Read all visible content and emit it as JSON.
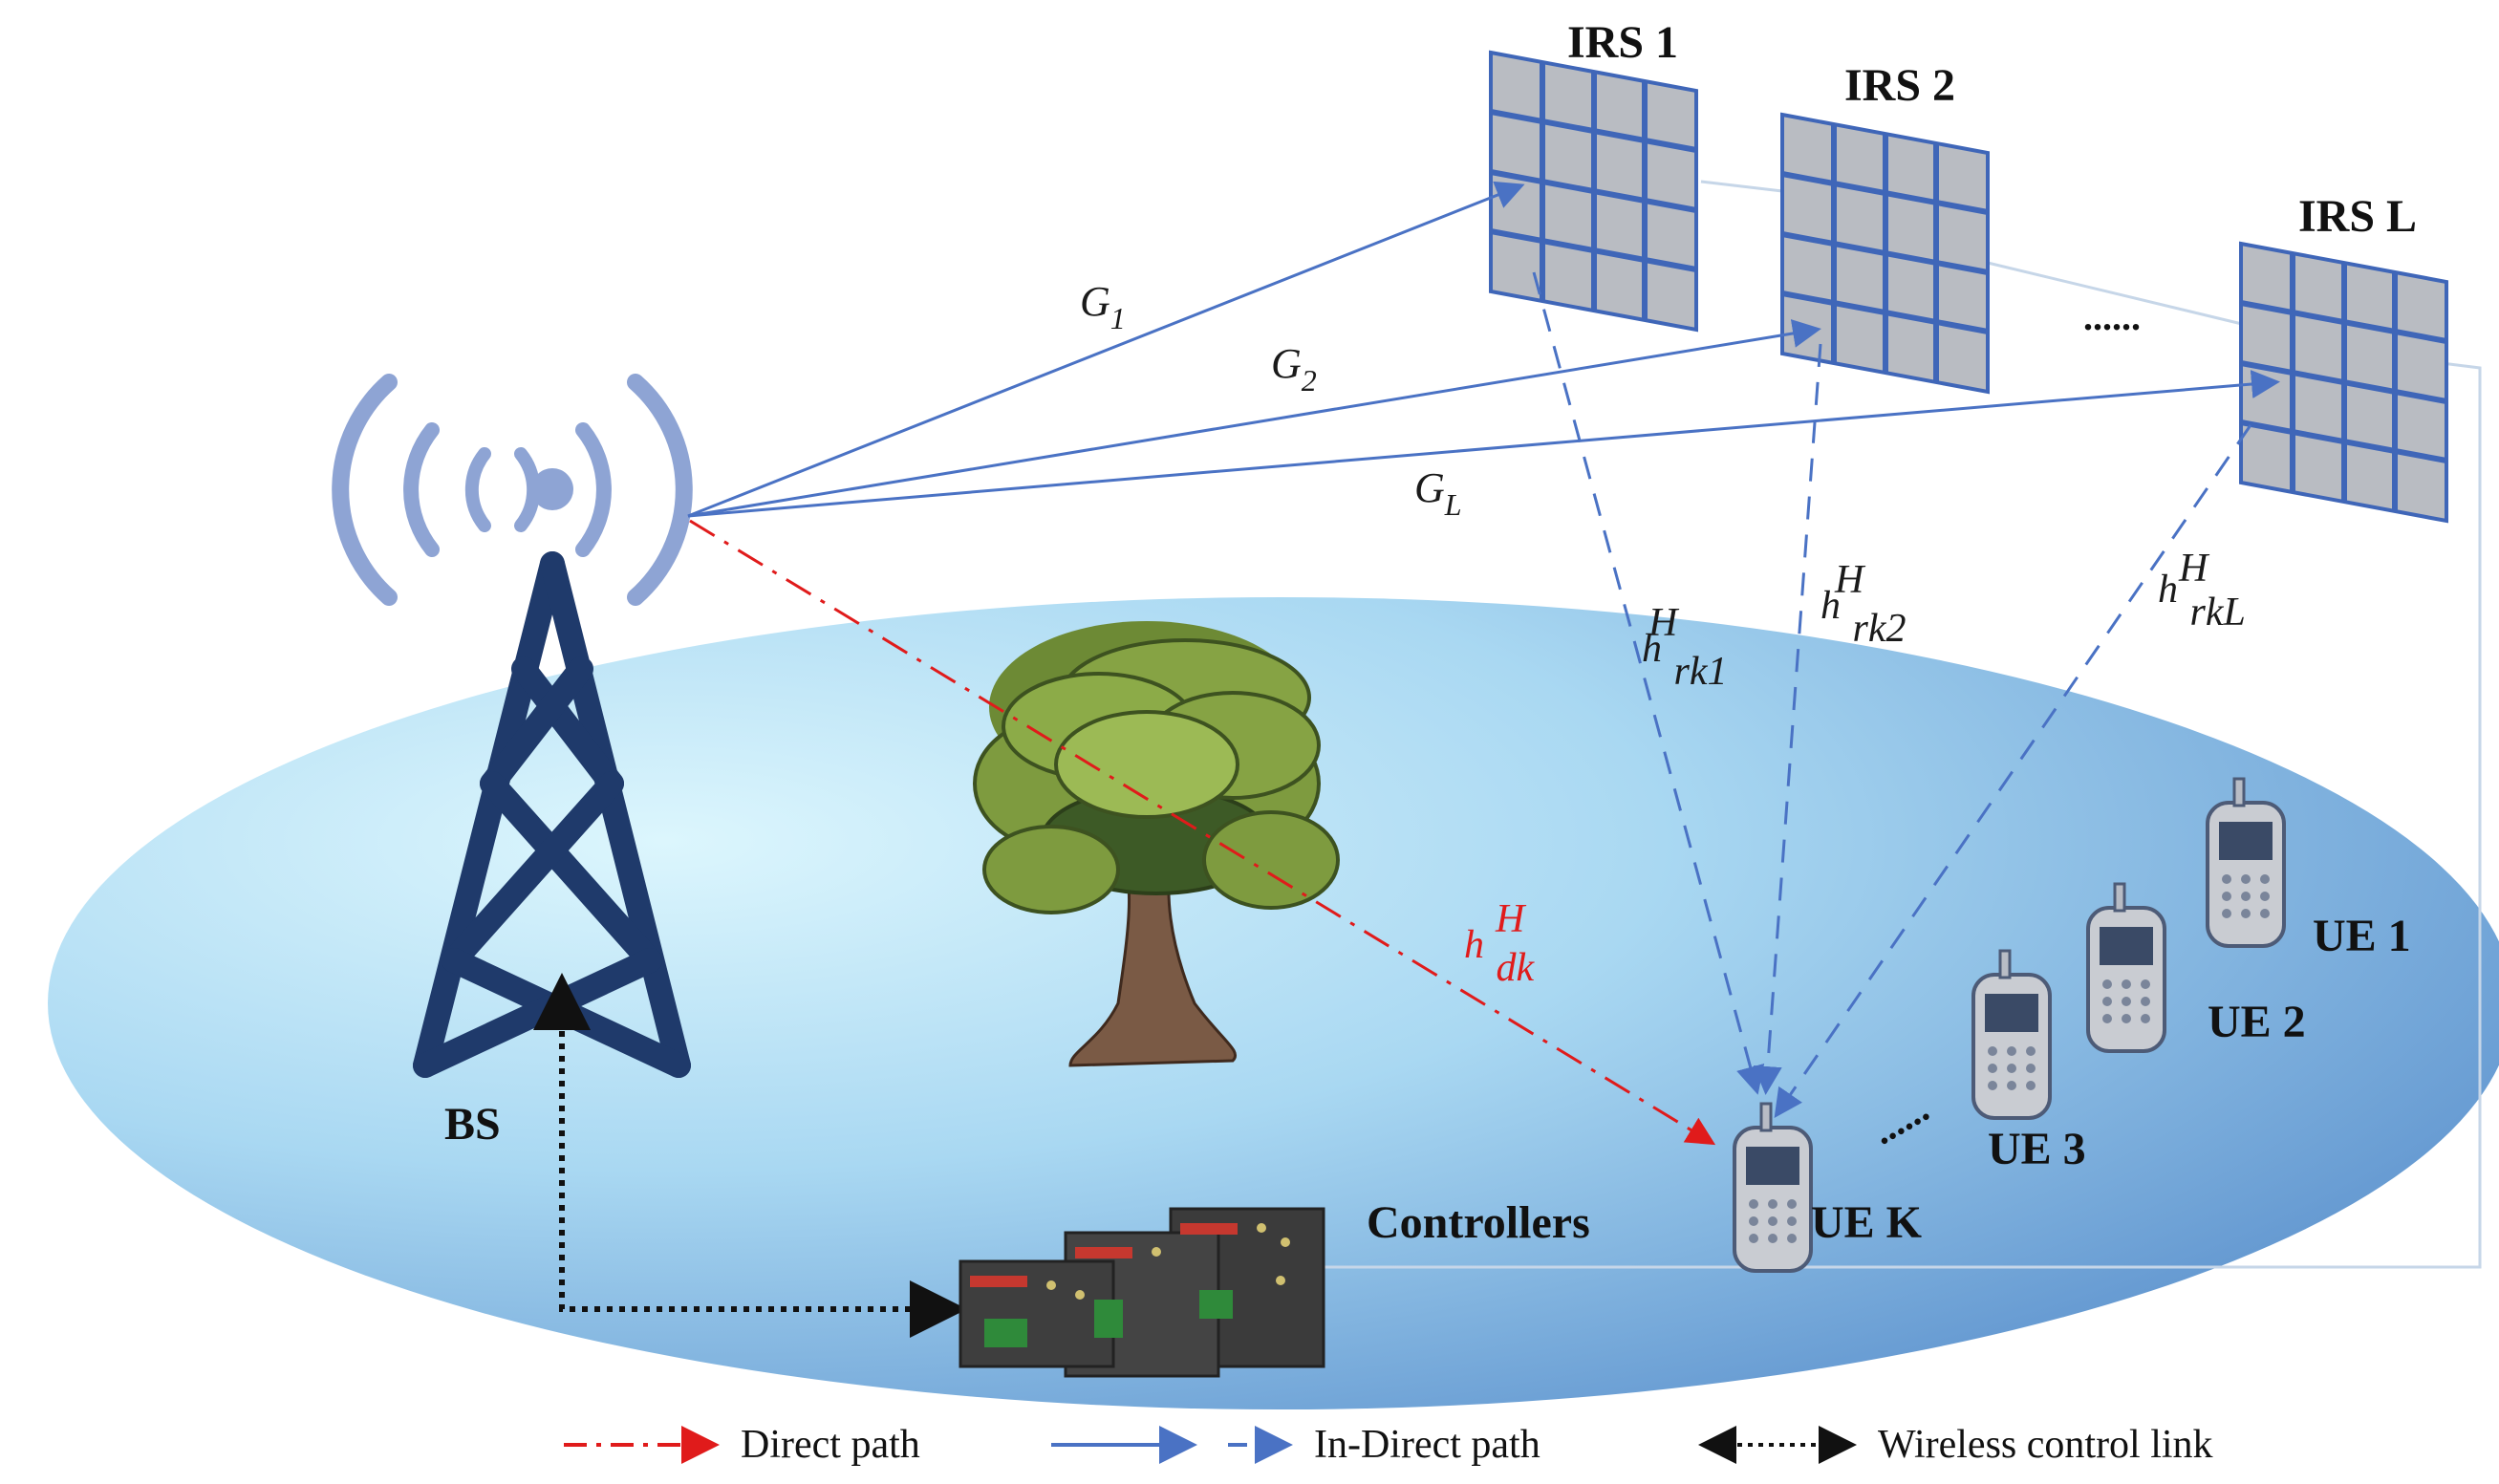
{
  "labels": {
    "bs": "BS",
    "controllers": "Controllers",
    "irs": [
      "IRS 1",
      "IRS 2",
      "IRS L"
    ],
    "ue": [
      "UE 1",
      "UE 2",
      "UE 3",
      "UE K"
    ],
    "dots_irs": "......",
    "dots_ue": "......"
  },
  "channels": {
    "g1_base": "G",
    "g1_sub": "1",
    "g2_base": "G",
    "g2_sub": "2",
    "gL_base": "G",
    "gL_sub": "L",
    "h1_base": "h",
    "h1_sup": "H",
    "h1_sub": "rk1",
    "h2_base": "h",
    "h2_sup": "H",
    "h2_sub": "rk2",
    "hL_base": "h",
    "hL_sup": "H",
    "hL_sub": "rkL",
    "hd_base": "h",
    "hd_sup": "H",
    "hd_sub": "dk"
  },
  "legend": {
    "direct": "Direct path",
    "indirect": "In-Direct path",
    "control": "Wireless control link"
  },
  "colors": {
    "direct_path": "#e01b1b",
    "indirect_path": "#4a72c4",
    "tower": "#1f3a6b",
    "signal": "#8ea4d4",
    "irs_fill": "#b9bcc2",
    "irs_grid": "#3f66b8",
    "ellipse_light": "#d8f3fb",
    "ellipse_dark": "#5e92cf"
  },
  "icons": {
    "tower": "cell-tower-icon",
    "tree": "tree-icon",
    "phone": "mobile-phone-icon",
    "controller": "controller-rack-icon"
  }
}
